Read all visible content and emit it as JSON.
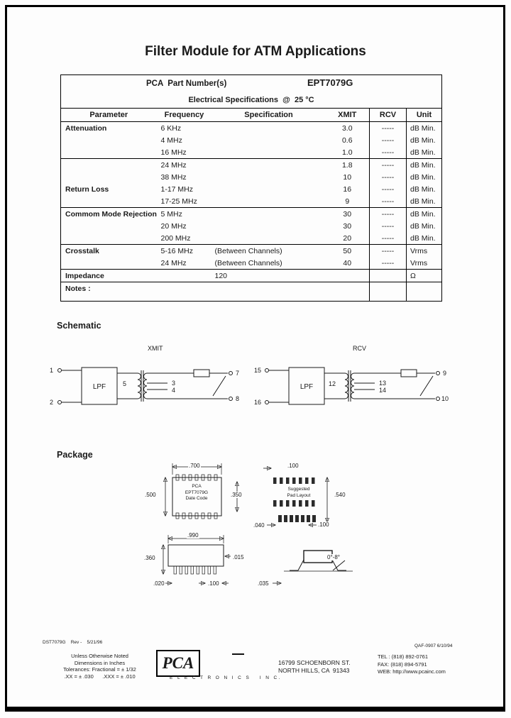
{
  "page": {
    "title": "Filter Module for ATM Applications"
  },
  "spec_table": {
    "part_label": "PCA  Part Number(s)",
    "part_number": "EPT7079G",
    "subtitle": "Electrical Specifications  @  25 °C",
    "headers": {
      "parameter": "Parameter",
      "frequency": "Frequency",
      "specification": "Specification",
      "xmit": "XMIT",
      "rcv": "RCV",
      "unit": "Unit"
    },
    "rows": [
      {
        "parameter": "Attenuation",
        "frequency": "6 KHz",
        "specification": "",
        "xmit": "3.0",
        "rcv": "-----",
        "unit": "dB Min.",
        "sep": false
      },
      {
        "parameter": "",
        "frequency": "4 MHz",
        "specification": "",
        "xmit": "0.6",
        "rcv": "-----",
        "unit": "dB Min.",
        "sep": false
      },
      {
        "parameter": "",
        "frequency": "16 MHz",
        "specification": "",
        "xmit": "1.0",
        "rcv": "-----",
        "unit": "dB Min.",
        "sep": false
      },
      {
        "parameter": "",
        "frequency": "24 MHz",
        "specification": "",
        "xmit": "1.8",
        "rcv": "-----",
        "unit": "dB Min.",
        "sep": true
      },
      {
        "parameter": "",
        "frequency": "38 MHz",
        "specification": "",
        "xmit": "10",
        "rcv": "-----",
        "unit": "dB Min.",
        "sep": false
      },
      {
        "parameter": "Return Loss",
        "frequency": "1-17 MHz",
        "specification": "",
        "xmit": "16",
        "rcv": "-----",
        "unit": "dB Min.",
        "sep": false
      },
      {
        "parameter": "",
        "frequency": "17-25 MHz",
        "specification": "",
        "xmit": "9",
        "rcv": "-----",
        "unit": "dB Min.",
        "sep": false
      },
      {
        "parameter": "Commom Mode Rejection",
        "frequency": "5 MHz",
        "specification": "",
        "xmit": "30",
        "rcv": "-----",
        "unit": "dB Min.",
        "sep": true
      },
      {
        "parameter": "",
        "frequency": "20 MHz",
        "specification": "",
        "xmit": "30",
        "rcv": "-----",
        "unit": "dB Min.",
        "sep": false
      },
      {
        "parameter": "",
        "frequency": "200 MHz",
        "specification": "",
        "xmit": "20",
        "rcv": "-----",
        "unit": "dB Min.",
        "sep": false
      },
      {
        "parameter": "Crosstalk",
        "frequency": "5-16 MHz",
        "specification": "(Between Channels)",
        "xmit": "50",
        "rcv": "-----",
        "unit": "Vrms",
        "sep": true
      },
      {
        "parameter": "",
        "frequency": "24 MHz",
        "specification": "(Between Channels)",
        "xmit": "40",
        "rcv": "-----",
        "unit": "Vrms",
        "sep": false
      },
      {
        "parameter": "Impedance",
        "frequency": "",
        "specification": "120",
        "xmit": "",
        "rcv": "",
        "unit": "Ω",
        "sep": true
      },
      {
        "parameter": "Notes :",
        "frequency": "",
        "specification": "",
        "xmit": "",
        "rcv": "",
        "unit": "",
        "sep": true
      }
    ]
  },
  "schematic": {
    "heading": "Schematic",
    "xmit": {
      "label": "XMIT",
      "lpf": "LPF",
      "pin1": "1",
      "pin2": "2",
      "pin5": "5",
      "pin3": "3",
      "pin4": "4",
      "pin7": "7",
      "pin8": "8"
    },
    "rcv": {
      "label": "RCV",
      "lpf": "LPF",
      "pin15": "15",
      "pin16": "16",
      "pin12": "12",
      "pin13": "13",
      "pin14": "14",
      "pin9": "9",
      "pin10": "10"
    }
  },
  "package": {
    "heading": "Package",
    "top_view": {
      "width_dim": ".700",
      "height_dim": ".500",
      "inner_dim": ".350",
      "line1": "PCA",
      "line2": "EPT7079G",
      "line3": "Date Code"
    },
    "pad_layout": {
      "pitch_dim": ".100",
      "label_line1": "Suggested",
      "label_line2": "Pad Layout",
      "height_dim": ".540",
      "pad_width_dim": ".040",
      "pad_len_dim": ".100"
    },
    "side_view": {
      "width_dim": ".990",
      "height_dim": ".360",
      "lead_dim": ".015",
      "lead_width_dim": ".020",
      "pitch_dim": ".100"
    },
    "end_view": {
      "angle_dim": "0°-8°",
      "foot_dim": ".035"
    }
  },
  "footer": {
    "doc_ref": "DST7079G    Rev -    5/21/96",
    "qa_ref": "QAF-0907  6/10/94",
    "tolerance_note": [
      "Unless Otherwise Noted",
      "Dimensions in Inches",
      "Tolerances: Fractional = ± 1/32",
      ".XX = ± .030      .XXX = ± .010"
    ],
    "logo_text": "PCA",
    "logo_sub": "E L E C T R O N I C S   I N C.",
    "address_line1": "16799 SCHOENBORN ST.",
    "address_line2": "NORTH HILLS, CA  91343",
    "tel": "TEL : (818) 892-0761",
    "fax": "FAX: (818) 894-5791",
    "web": "WEB: http://www.pcainc.com"
  }
}
